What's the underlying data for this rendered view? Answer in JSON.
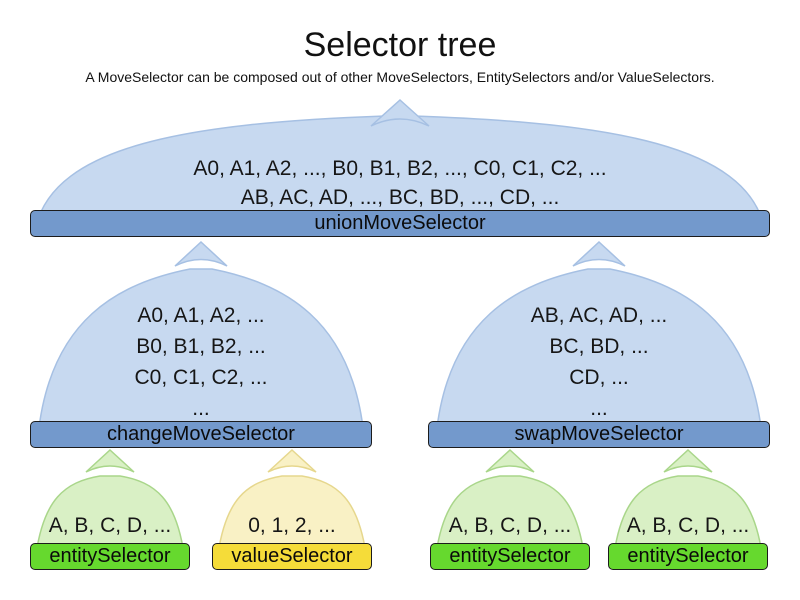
{
  "title": "Selector tree",
  "subtitle": "A MoveSelector can be composed out of other MoveSelectors, EntitySelectors and/or ValueSelectors.",
  "colors": {
    "bar_blue": "#7399cc",
    "bar_green": "#66d92e",
    "bar_yellow": "#f5dc39",
    "funnel_blue": "#c7d9f0",
    "funnel_blue_border": "#a6c0e3",
    "funnel_green": "#d9f0c5",
    "funnel_green_border": "#a9d68a",
    "funnel_yellow": "#f9f1c5",
    "funnel_yellow_border": "#e6d78d",
    "bar_border": "#1c1c1c",
    "text": "#111111"
  },
  "nodes": {
    "union": {
      "label": "unionMoveSelector",
      "lines": [
        "A0, A1, A2, ..., B0, B1, B2, ..., C0, C1, C2, ...",
        "AB, AC, AD, ..., BC, BD, ..., CD, ..."
      ]
    },
    "change": {
      "label": "changeMoveSelector",
      "lines": [
        "A0, A1, A2, ...",
        "B0, B1, B2, ...",
        "C0, C1, C2, ...",
        "..."
      ]
    },
    "swap": {
      "label": "swapMoveSelector",
      "lines": [
        "AB, AC, AD, ...",
        "BC, BD, ...",
        "CD, ...",
        "..."
      ]
    },
    "leaves": [
      {
        "label": "entitySelector",
        "items": "A, B, C, D, ...",
        "kind": "entity"
      },
      {
        "label": "valueSelector",
        "items": "0, 1, 2, ...",
        "kind": "value"
      },
      {
        "label": "entitySelector",
        "items": "A, B, C, D, ...",
        "kind": "entity"
      },
      {
        "label": "entitySelector",
        "items": "A, B, C, D, ...",
        "kind": "entity"
      }
    ]
  }
}
